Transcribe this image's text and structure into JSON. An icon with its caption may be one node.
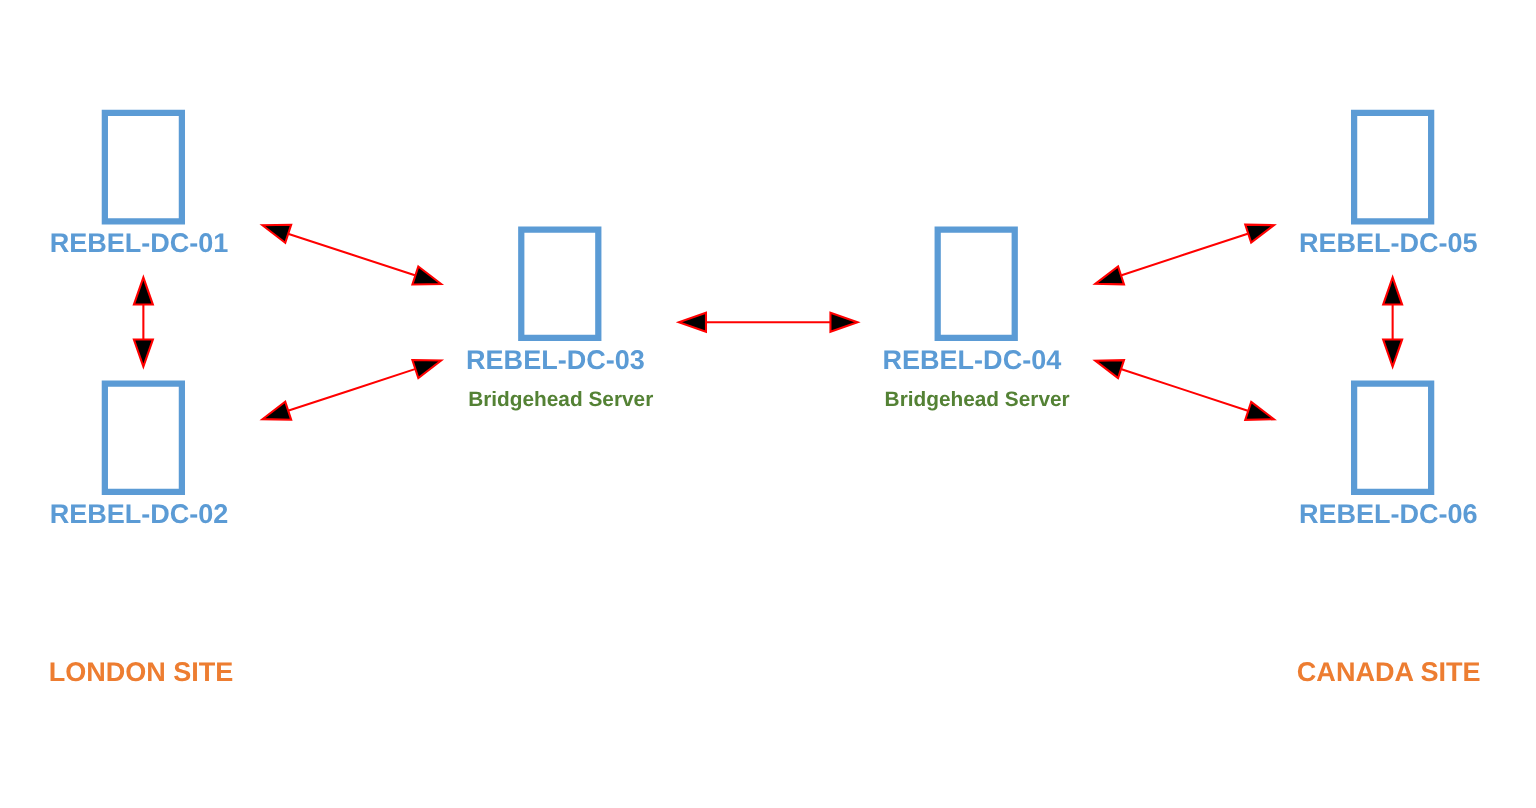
{
  "diagram": {
    "nodes": [
      {
        "text": [
          "REBEL-DC-01"
        ]
      },
      {
        "text": [
          "REBEL-DC-02"
        ]
      },
      {
        "text": [
          "REBEL-DC-03"
        ],
        "beside": [
          "Bridgehead Server"
        ]
      },
      {
        "text": [
          "REBEL-DC-04"
        ],
        "beside": [
          "Bridgehead Server"
        ]
      },
      {
        "text": [
          "REBEL-DC-05"
        ]
      },
      {
        "text": [
          "REBEL-DC-06"
        ]
      }
    ],
    "edges": [
      {
        "from": 0,
        "to": 2,
        "arrow": "both"
      },
      {
        "from": 0,
        "to": 1,
        "arrow": "both"
      },
      {
        "from": 1,
        "to": 2,
        "arrow": "both"
      },
      {
        "from": 2,
        "to": 3,
        "arrow": "both"
      },
      {
        "from": 3,
        "to": 4,
        "arrow": "both"
      },
      {
        "from": 3,
        "to": 5,
        "arrow": "both"
      },
      {
        "from": 4,
        "to": 5,
        "arrow": "both"
      }
    ],
    "labels": [
      "LONDON SITE",
      "CANADA SITE"
    ]
  }
}
